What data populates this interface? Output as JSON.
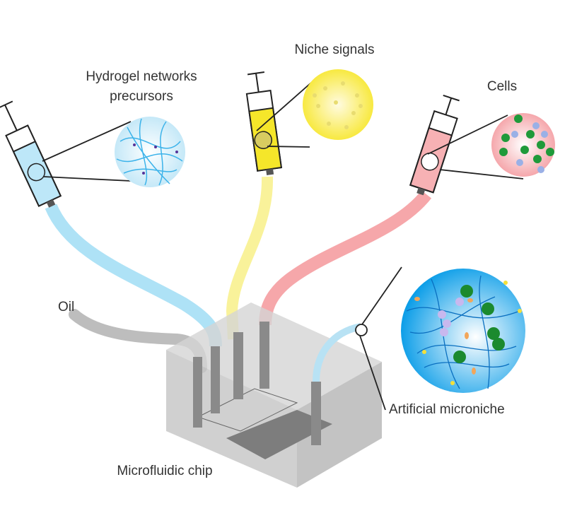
{
  "labels": {
    "hydrogel_line1": "Hydrogel networks",
    "hydrogel_line2": "precursors",
    "niche_signals": "Niche signals",
    "cells": "Cells",
    "oil": "Oil",
    "chip": "Microfluidic chip",
    "microniche": "Artificial microniche"
  },
  "colors": {
    "hydrogel": "#8fd6f2",
    "niche": "#f5e84a",
    "cells": "#f5a3a6",
    "oil": "#bdbdbd",
    "chip": "#c8c8c8",
    "microniche": "#1ea6e6"
  }
}
